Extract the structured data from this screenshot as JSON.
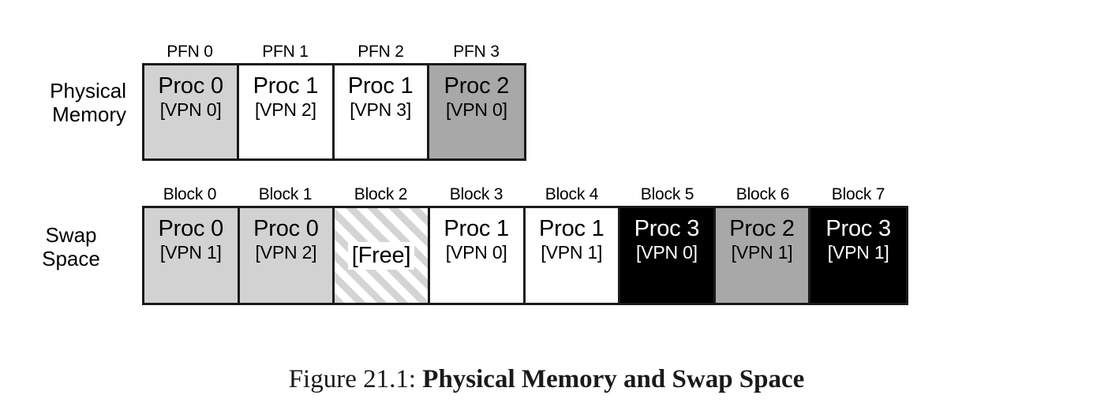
{
  "figure": {
    "caption_number": "Figure 21.1:",
    "caption_title": "Physical Memory and Swap Space"
  },
  "physical_memory": {
    "label": "Physical\nMemory",
    "headers": [
      "PFN 0",
      "PFN 1",
      "PFN 2",
      "PFN 3"
    ],
    "cells": [
      {
        "proc": "Proc 0",
        "vpn": "[VPN 0]",
        "fill": "light"
      },
      {
        "proc": "Proc 1",
        "vpn": "[VPN 2]",
        "fill": "white"
      },
      {
        "proc": "Proc 1",
        "vpn": "[VPN 3]",
        "fill": "white"
      },
      {
        "proc": "Proc 2",
        "vpn": "[VPN 0]",
        "fill": "mid"
      }
    ]
  },
  "swap_space": {
    "label": "Swap\nSpace",
    "headers": [
      "Block 0",
      "Block 1",
      "Block 2",
      "Block 3",
      "Block 4",
      "Block 5",
      "Block 6",
      "Block 7"
    ],
    "cells": [
      {
        "proc": "Proc 0",
        "vpn": "[VPN 1]",
        "fill": "light"
      },
      {
        "proc": "Proc 0",
        "vpn": "[VPN 2]",
        "fill": "light"
      },
      {
        "proc": "[Free]",
        "vpn": "",
        "fill": "hatch"
      },
      {
        "proc": "Proc 1",
        "vpn": "[VPN 0]",
        "fill": "white"
      },
      {
        "proc": "Proc 1",
        "vpn": "[VPN 1]",
        "fill": "white"
      },
      {
        "proc": "Proc 3",
        "vpn": "[VPN 0]",
        "fill": "black"
      },
      {
        "proc": "Proc 2",
        "vpn": "[VPN 1]",
        "fill": "mid"
      },
      {
        "proc": "Proc 3",
        "vpn": "[VPN 1]",
        "fill": "black"
      }
    ]
  },
  "colors": {
    "light_gray": "#d2d2d2",
    "mid_gray": "#a8a8a8",
    "black": "#000000",
    "white": "#ffffff",
    "border": "#1a1a1a"
  }
}
